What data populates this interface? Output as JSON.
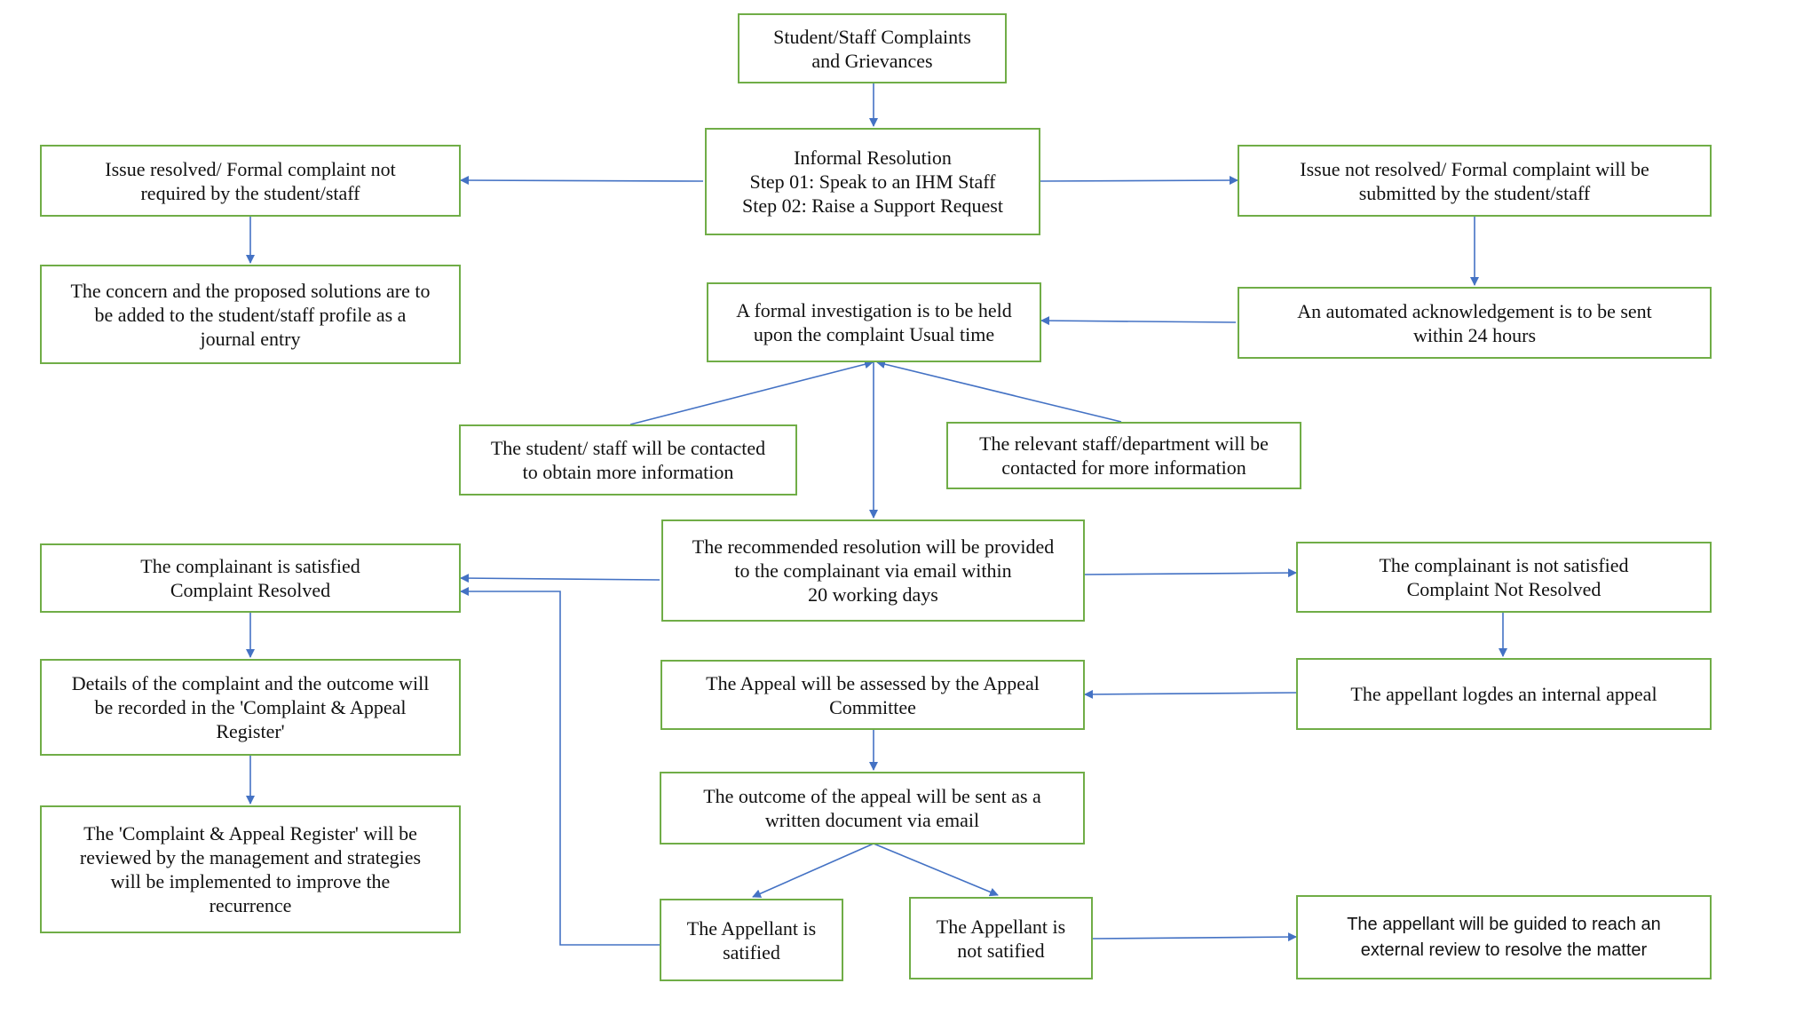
{
  "colors": {
    "box_border": "#70ad47",
    "arrow": "#4472c4",
    "text": "#111111"
  },
  "nodes": {
    "root": "Student/Staff Complaints\nand Grievances",
    "informal": "Informal Resolution\nStep 01: Speak to an IHM Staff\nStep 02: Raise a Support Request",
    "issue_resolved": "Issue resolved/ Formal complaint not\nrequired by the student/staff",
    "concern_profile": "The concern and the proposed solutions are to\nbe added to the student/staff profile as a\njournal entry",
    "issue_not_resolved": "Issue not resolved/ Formal complaint will be\nsubmitted by the student/staff",
    "auto_ack": "An automated acknowledgement is to be sent\nwithin 24 hours",
    "investigation": "A formal investigation is to be held\nupon the complaint Usual time",
    "contact_student": "The student/ staff will be contacted\nto obtain more information",
    "contact_department": "The relevant staff/department will be\ncontacted for more information",
    "recommended": "The recommended resolution will be provided\nto the complainant via email within\n20 working days",
    "satisfied": "The complainant is satisfied\nComplaint Resolved",
    "not_satisfied": "The complainant is not satisfied\nComplaint Not Resolved",
    "details_register": "Details of the complaint and the outcome will\nbe recorded in the 'Complaint & Appeal\nRegister'",
    "appeal_assessed": "The Appeal will be assessed by the Appeal\nCommittee",
    "internal_appeal": "The appellant logdes an internal appeal",
    "appeal_outcome": "The outcome of the appeal will be sent as a\nwritten document via email",
    "register_review": "The 'Complaint & Appeal Register' will be\nreviewed by the management and strategies\nwill be implemented to improve the\nrecurrence",
    "appellant_satisfied": "The Appellant is\nsatified",
    "appellant_not_satisfied": "The Appellant is\nnot satified",
    "external_review": "The appellant  will be guided to reach an\nexternal review to resolve the matter"
  }
}
